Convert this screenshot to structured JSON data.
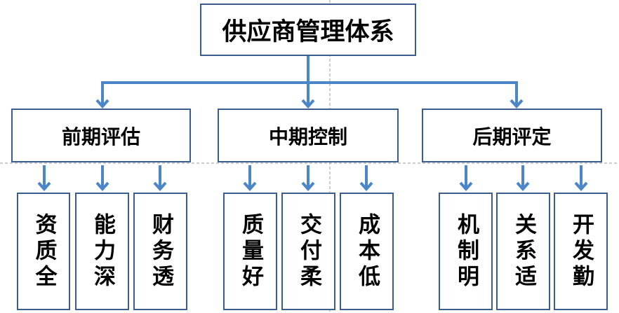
{
  "root": {
    "label": "供应商管理体系"
  },
  "groups": [
    {
      "label": "前期评估",
      "children": [
        "资质全",
        "能力深",
        "财务透"
      ]
    },
    {
      "label": "中期控制",
      "children": [
        "质量好",
        "交付柔",
        "成本低"
      ]
    },
    {
      "label": "后期评定",
      "children": [
        "机制明",
        "关系适",
        "开发勤"
      ]
    }
  ],
  "colors": {
    "line": "#4a86c8",
    "border": "#3b5c8e",
    "guide": "#9a9a9a"
  }
}
